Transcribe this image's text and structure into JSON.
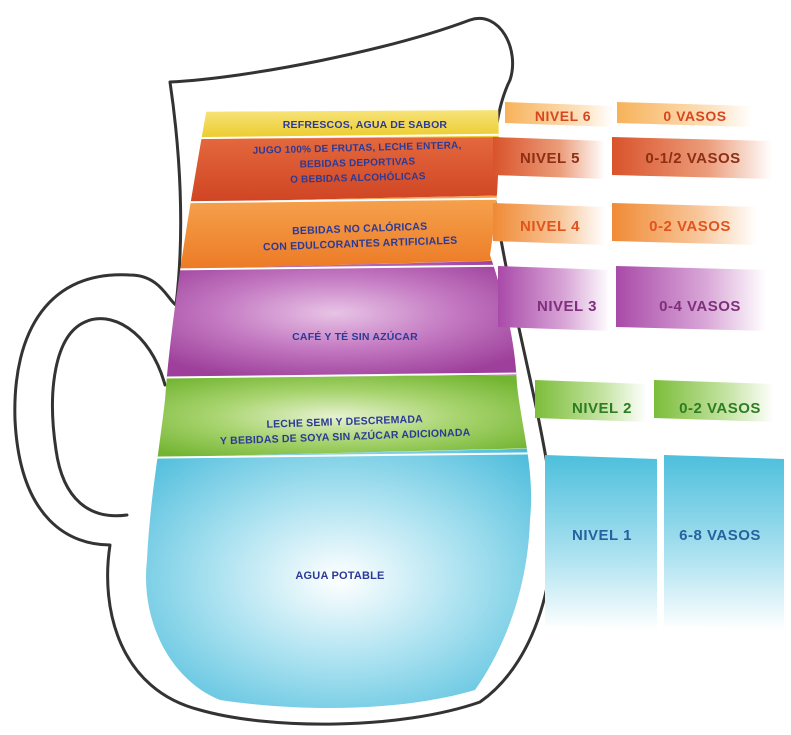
{
  "levels": [
    {
      "level_label": "NIVEL 6",
      "glasses": "0 VASOS",
      "drinks": [
        "REFRESCOS, AGUA DE SABOR"
      ],
      "color": "#f2d145",
      "text_color": "#d8461f"
    },
    {
      "level_label": "NIVEL 5",
      "glasses": "0-1/2 VASOS",
      "drinks": [
        "JUGO 100% DE FRUTAS, LECHE ENTERA,",
        "BEBIDAS DEPORTIVAS",
        "O BEBIDAS ALCOHÓLICAS"
      ],
      "color": "#d9532b",
      "text_color": "#a93a1c"
    },
    {
      "level_label": "NIVEL 4",
      "glasses": "0-2 VASOS",
      "drinks": [
        "BEBIDAS NO CALÓRICAS",
        "CON EDULCORANTES ARTIFICIALES"
      ],
      "color": "#f08a35",
      "text_color": "#e0541e"
    },
    {
      "level_label": "NIVEL 3",
      "glasses": "0-4 VASOS",
      "drinks": [
        "CAFÉ Y TÉ SIN AZÚCAR"
      ],
      "color": "#a94aa8",
      "text_color": "#8f3b8c"
    },
    {
      "level_label": "NIVEL 2",
      "glasses": "0-2 VASOS",
      "drinks": [
        "LECHE SEMI Y DESCREMADA",
        "Y BEBIDAS DE SOYA SIN AZÚCAR ADICIONADA"
      ],
      "color": "#7cbd3a",
      "text_color": "#3f8e2a"
    },
    {
      "level_label": "NIVEL 1",
      "glasses": "6-8 VASOS",
      "drinks": [
        "AGUA POTABLE"
      ],
      "color": "#4dbfdc",
      "text_color": "#2a72b4"
    }
  ]
}
